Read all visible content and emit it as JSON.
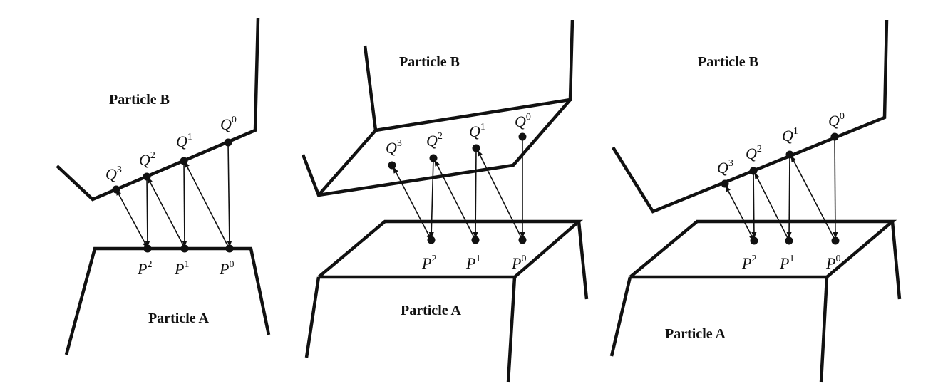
{
  "panels": [
    {
      "id": "left",
      "particle_b_label": "Particle B",
      "particle_a_label": "Particle A",
      "q_labels": [
        {
          "base": "Q",
          "sup": "3"
        },
        {
          "base": "Q",
          "sup": "2"
        },
        {
          "base": "Q",
          "sup": "1"
        },
        {
          "base": "Q",
          "sup": "0"
        }
      ],
      "p_labels": [
        {
          "base": "P",
          "sup": "2"
        },
        {
          "base": "P",
          "sup": "1"
        },
        {
          "base": "P",
          "sup": "0"
        }
      ]
    },
    {
      "id": "middle",
      "particle_b_label": "Particle B",
      "particle_a_label": "Particle A",
      "q_labels": [
        {
          "base": "Q",
          "sup": "3"
        },
        {
          "base": "Q",
          "sup": "2"
        },
        {
          "base": "Q",
          "sup": "1"
        },
        {
          "base": "Q",
          "sup": "0"
        }
      ],
      "p_labels": [
        {
          "base": "P",
          "sup": "2"
        },
        {
          "base": "P",
          "sup": "1"
        },
        {
          "base": "P",
          "sup": "0"
        }
      ]
    },
    {
      "id": "right",
      "particle_b_label": "Particle B",
      "particle_a_label": "Particle A",
      "q_labels": [
        {
          "base": "Q",
          "sup": "3"
        },
        {
          "base": "Q",
          "sup": "2"
        },
        {
          "base": "Q",
          "sup": "1"
        },
        {
          "base": "Q",
          "sup": "0"
        }
      ],
      "p_labels": [
        {
          "base": "P",
          "sup": "2"
        },
        {
          "base": "P",
          "sup": "1"
        },
        {
          "base": "P",
          "sup": "0"
        }
      ]
    }
  ]
}
